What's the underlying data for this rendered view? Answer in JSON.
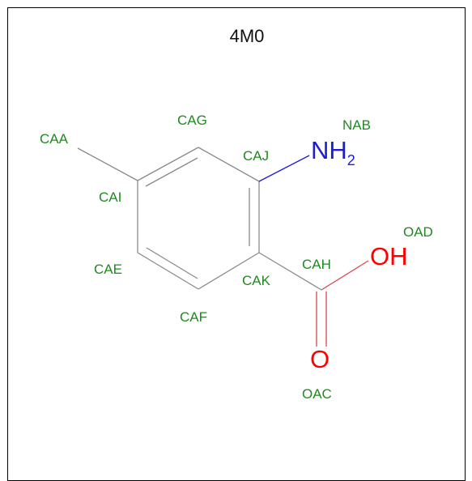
{
  "title": "4M0",
  "atom_labels": {
    "CAA": "CAA",
    "CAG": "CAG",
    "NAB": "NAB",
    "CAJ": "CAJ",
    "CAI": "CAI",
    "OAD": "OAD",
    "CAE": "CAE",
    "CAH": "CAH",
    "CAK": "CAK",
    "CAF": "CAF",
    "OAC": "OAC"
  },
  "heteroatoms": {
    "amine_N": "N",
    "amine_H": "H",
    "amine_sub": "2",
    "hydroxyl": "OH",
    "carbonyl": "O"
  },
  "colors": {
    "carbon_label": "#1f8a1f",
    "nitrogen": "#1b1bd8",
    "oxygen": "#ff0000",
    "bond": "#8a8a8a"
  }
}
